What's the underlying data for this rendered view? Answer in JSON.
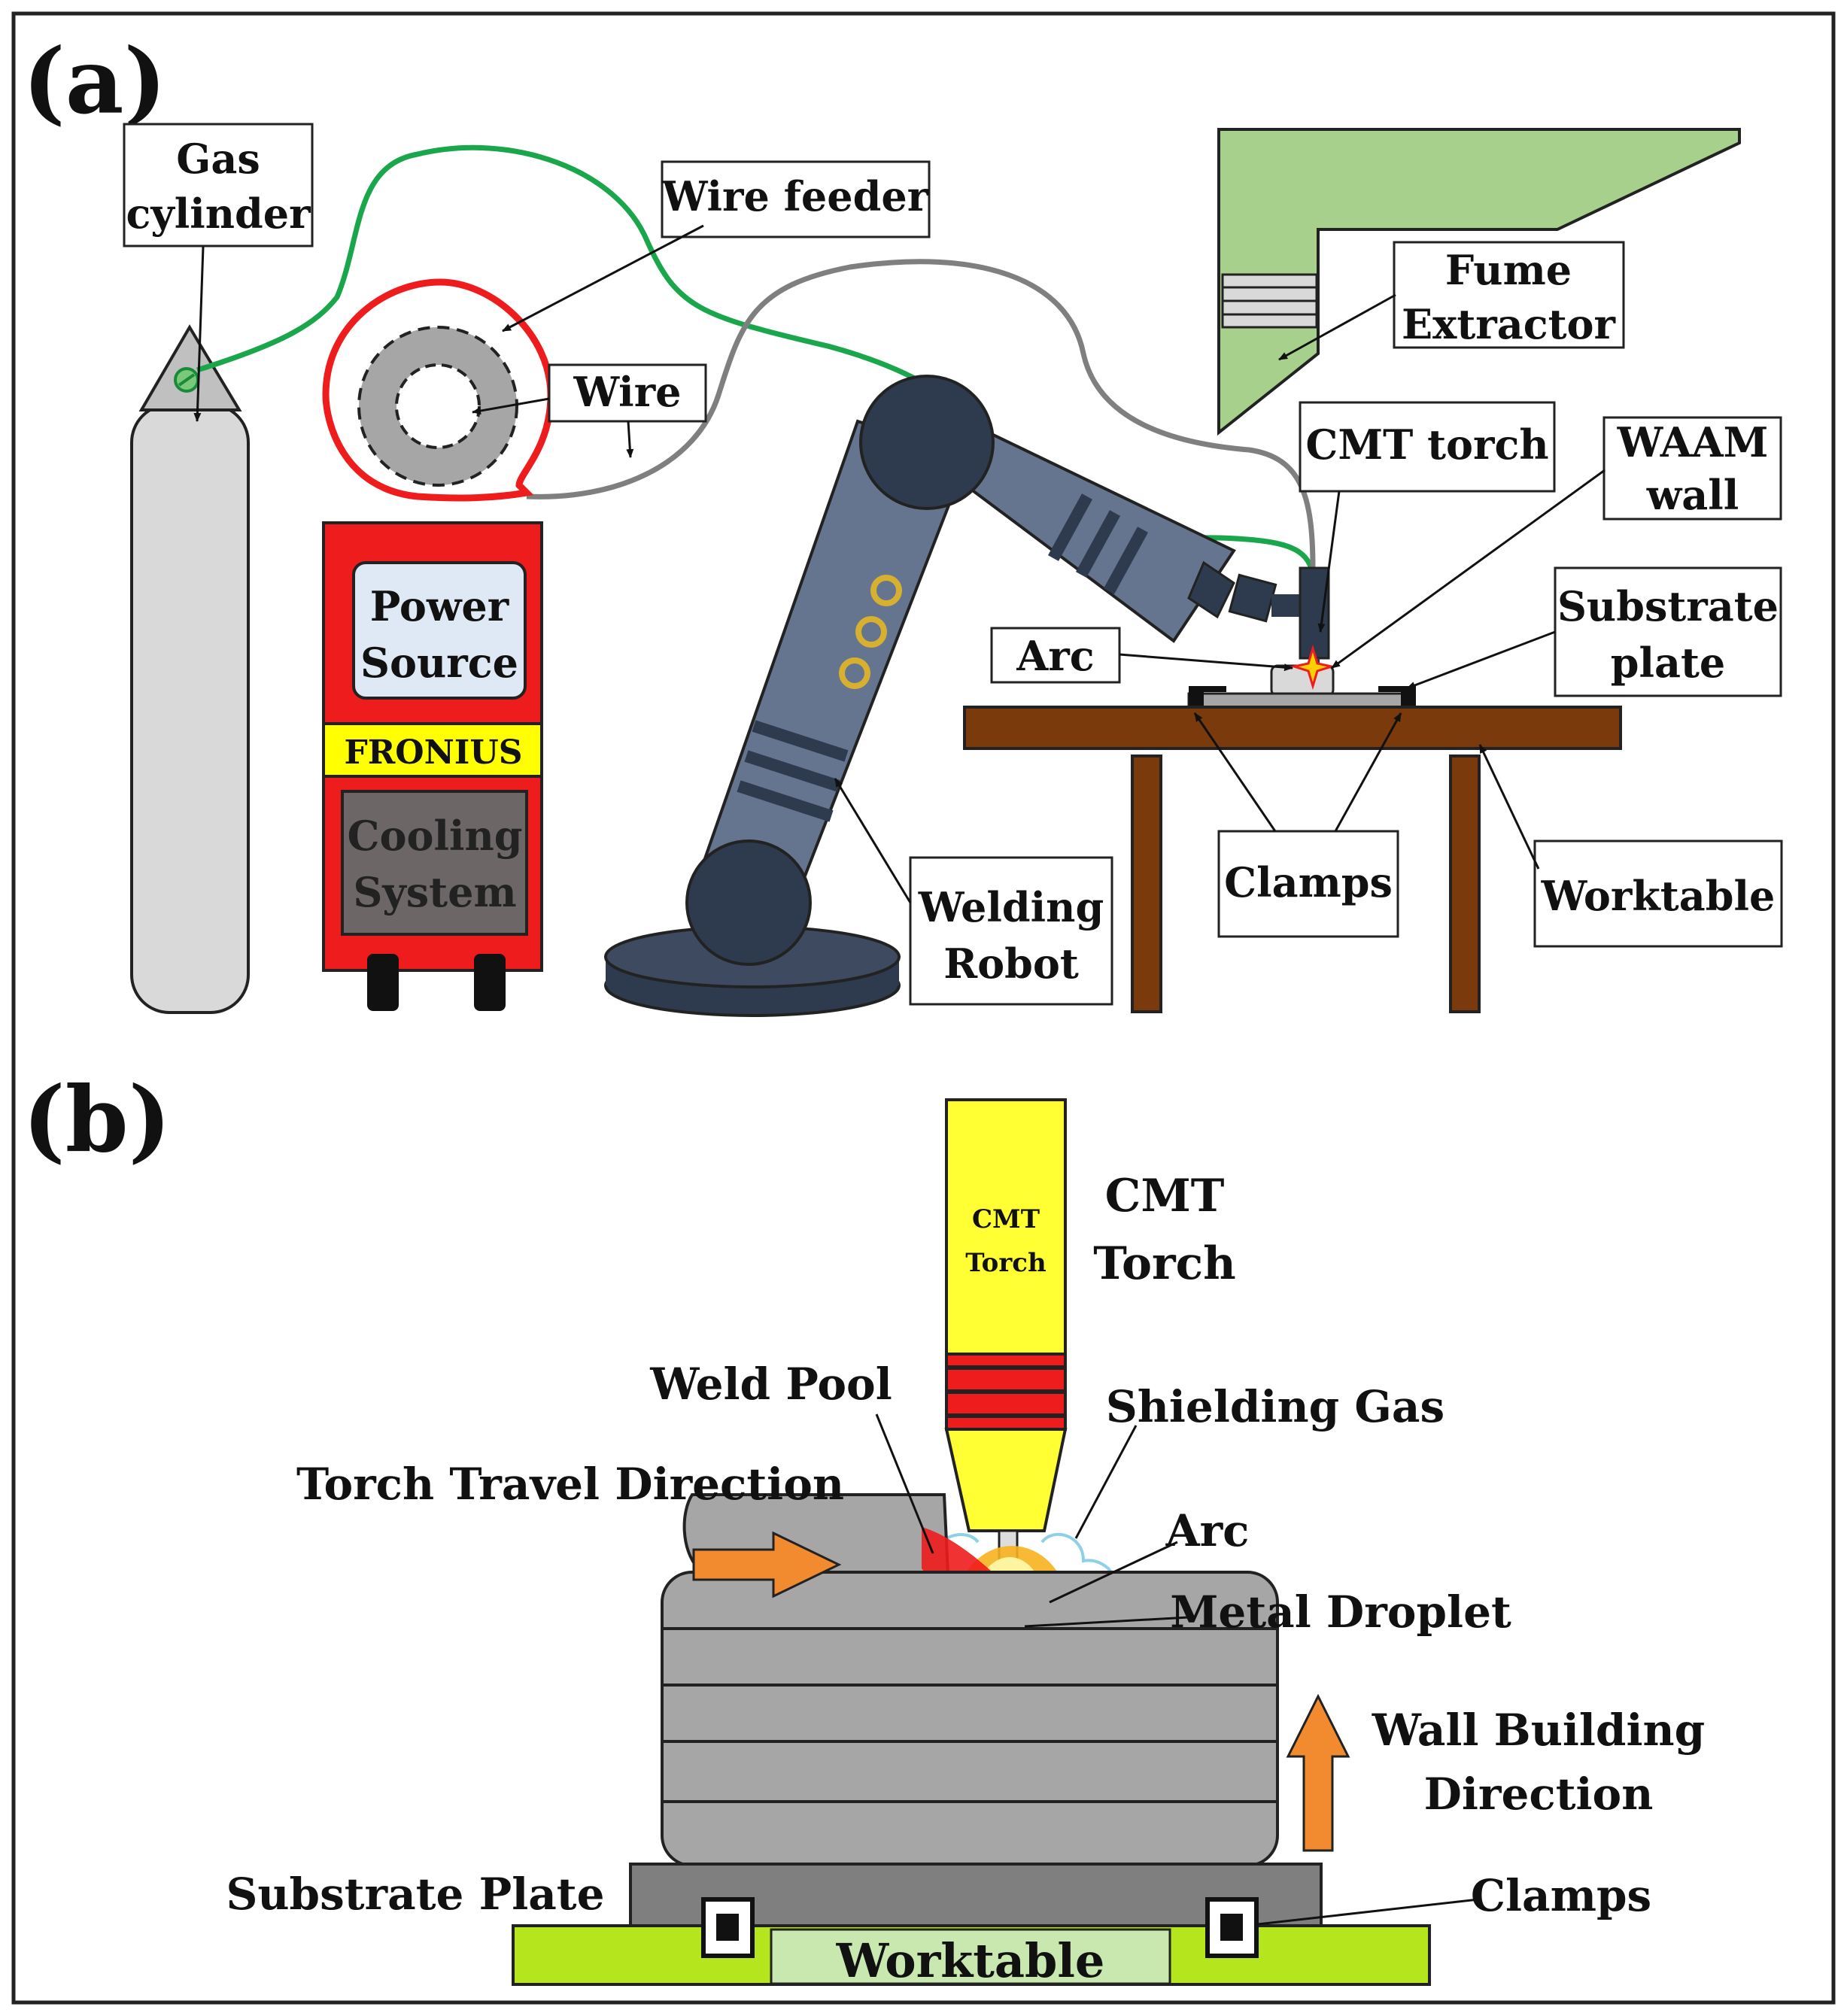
{
  "panel_a": {
    "label": "(a)",
    "gas_cylinder": [
      "Gas",
      "cylinder"
    ],
    "wire_feeder": "Wire feeder",
    "wire": "Wire",
    "fume_extractor": [
      "Fume",
      "Extractor"
    ],
    "cmt_torch": "CMT torch",
    "waam_wall": [
      "WAAM",
      "wall"
    ],
    "power_source": [
      "Power",
      "Source"
    ],
    "fronius": "FRONIUS",
    "cooling_system": [
      "Cooling",
      "System"
    ],
    "arc": "Arc",
    "substrate_plate": [
      "Substrate",
      "plate"
    ],
    "clamps": "Clamps",
    "worktable": "Worktable",
    "welding_robot": [
      "Welding",
      "Robot"
    ]
  },
  "panel_b": {
    "label": "(b)",
    "cmt_torch_label": [
      "CMT",
      "Torch"
    ],
    "torch_body_text": [
      "CMT",
      "Torch"
    ],
    "weld_pool": "Weld Pool",
    "shielding_gas": "Shielding Gas",
    "torch_travel_direction": "Torch Travel Direction",
    "arc": "Arc",
    "metal_droplet": "Metal Droplet",
    "wall_building_direction": [
      "Wall Building",
      "Direction"
    ],
    "substrate_plate": "Substrate Plate",
    "clamps": "Clamps",
    "worktable": "Worktable"
  },
  "colors": {
    "machine_red": "#ee1c1c",
    "fronius_yellow": "#ffff00",
    "robot_blue": "#66758f",
    "robot_dark": "#2e3a4e",
    "table_brown": "#7a3a0b",
    "hood_green": "#a8d08d",
    "torch_yellow": "#ffff33",
    "worktable_green": "#b5e61d",
    "arrow_orange": "#f28a30",
    "gas_wire_green": "#1aa64a"
  }
}
